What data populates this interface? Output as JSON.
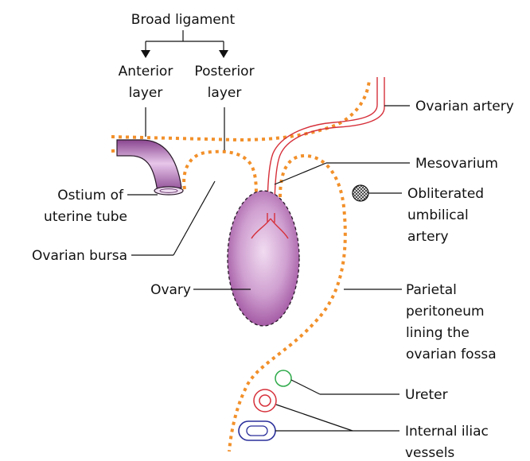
{
  "labels": {
    "broad_ligament": "Broad ligament",
    "anterior_layer_1": "Anterior",
    "anterior_layer_2": "layer",
    "posterior_layer_1": "Posterior",
    "posterior_layer_2": "layer",
    "ovarian_artery": "Ovarian artery",
    "mesovarium": "Mesovarium",
    "obliterated_1": "Obliterated",
    "obliterated_2": "umbilical",
    "obliterated_3": "artery",
    "ostium_1": "Ostium of",
    "ostium_2": "uterine tube",
    "ovarian_bursa": "Ovarian bursa",
    "ovary": "Ovary",
    "parietal_1": "Parietal",
    "parietal_2": "peritoneum",
    "parietal_3": "lining the",
    "parietal_4": "ovarian fossa",
    "ureter": "Ureter",
    "internal_iliac_1": "Internal iliac",
    "internal_iliac_2": "vessels"
  },
  "colors": {
    "peritoneum": "#f2902a",
    "artery": "#d6303a",
    "ureter": "#2eaa4a",
    "vein": "#2a2f9a",
    "ovary_light": "#e9cde9",
    "ovary_dark": "#9b4c9b",
    "tube": "#a55ca7"
  }
}
